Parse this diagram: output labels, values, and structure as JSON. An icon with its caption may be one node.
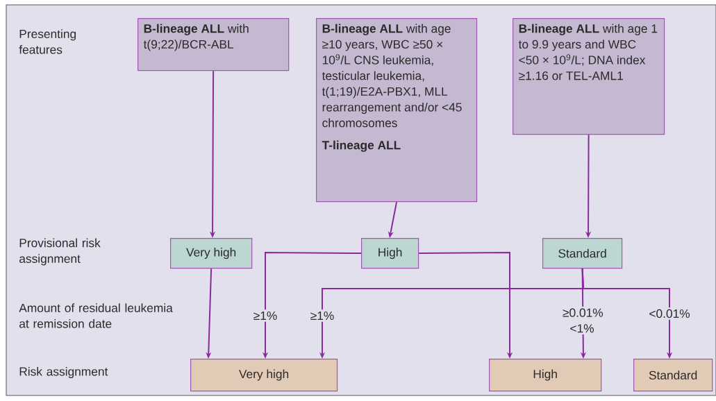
{
  "diagram": {
    "nodes": [
      {
        "text": [
          "**B-lineage ALL** with t(9;22)/BCR-ABL"
        ]
      },
      {
        "text": [
          "**B-lineage ALL** with age ≥10 years, WBC ≥50 × 10$^{9}$/L CNS leukemia, testicular leukemia, t(1;19)/E2A-PBX1, MLL rearrangement and/or <45 chromosomes",
          "T-lineage ALL"
        ]
      },
      {
        "text": [
          "**B-lineage ALL** with age 1 to 9.9 years and WBC <50 × 10$^{9}$/L; DNA index ≥1.16 or TEL-AML1"
        ]
      },
      {
        "text": [
          "Very high"
        ]
      },
      {
        "text": [
          "High"
        ]
      },
      {
        "text": [
          "Standard"
        ]
      },
      {
        "text": [
          "Very high"
        ]
      },
      {
        "text": [
          "High"
        ]
      },
      {
        "text": [
          "Standard"
        ]
      }
    ],
    "edges": [
      {
        "from": 0,
        "to": 3,
        "arrow": "to"
      },
      {
        "from": 1,
        "to": 4,
        "arrow": "to"
      },
      {
        "from": 2,
        "to": 5,
        "arrow": "to"
      },
      {
        "from": 3,
        "to": 6,
        "arrow": "to"
      },
      {
        "from": 4,
        "to": 6,
        "arrow": "to",
        "label": "≥1%"
      },
      {
        "from": 4,
        "to": 7,
        "arrow": "to"
      },
      {
        "from": 5,
        "to": 6,
        "arrow": "to",
        "label": "≥1%"
      },
      {
        "from": 5,
        "to": 7,
        "arrow": "to",
        "label": "≥0.01% <1%"
      },
      {
        "from": 5,
        "to": 8,
        "arrow": "to",
        "label": "<0.01%"
      }
    ],
    "labels": [
      "Presenting features",
      "Provisional risk assignment",
      "Amount of residual leukemia at remission date",
      "Risk assignment"
    ]
  }
}
